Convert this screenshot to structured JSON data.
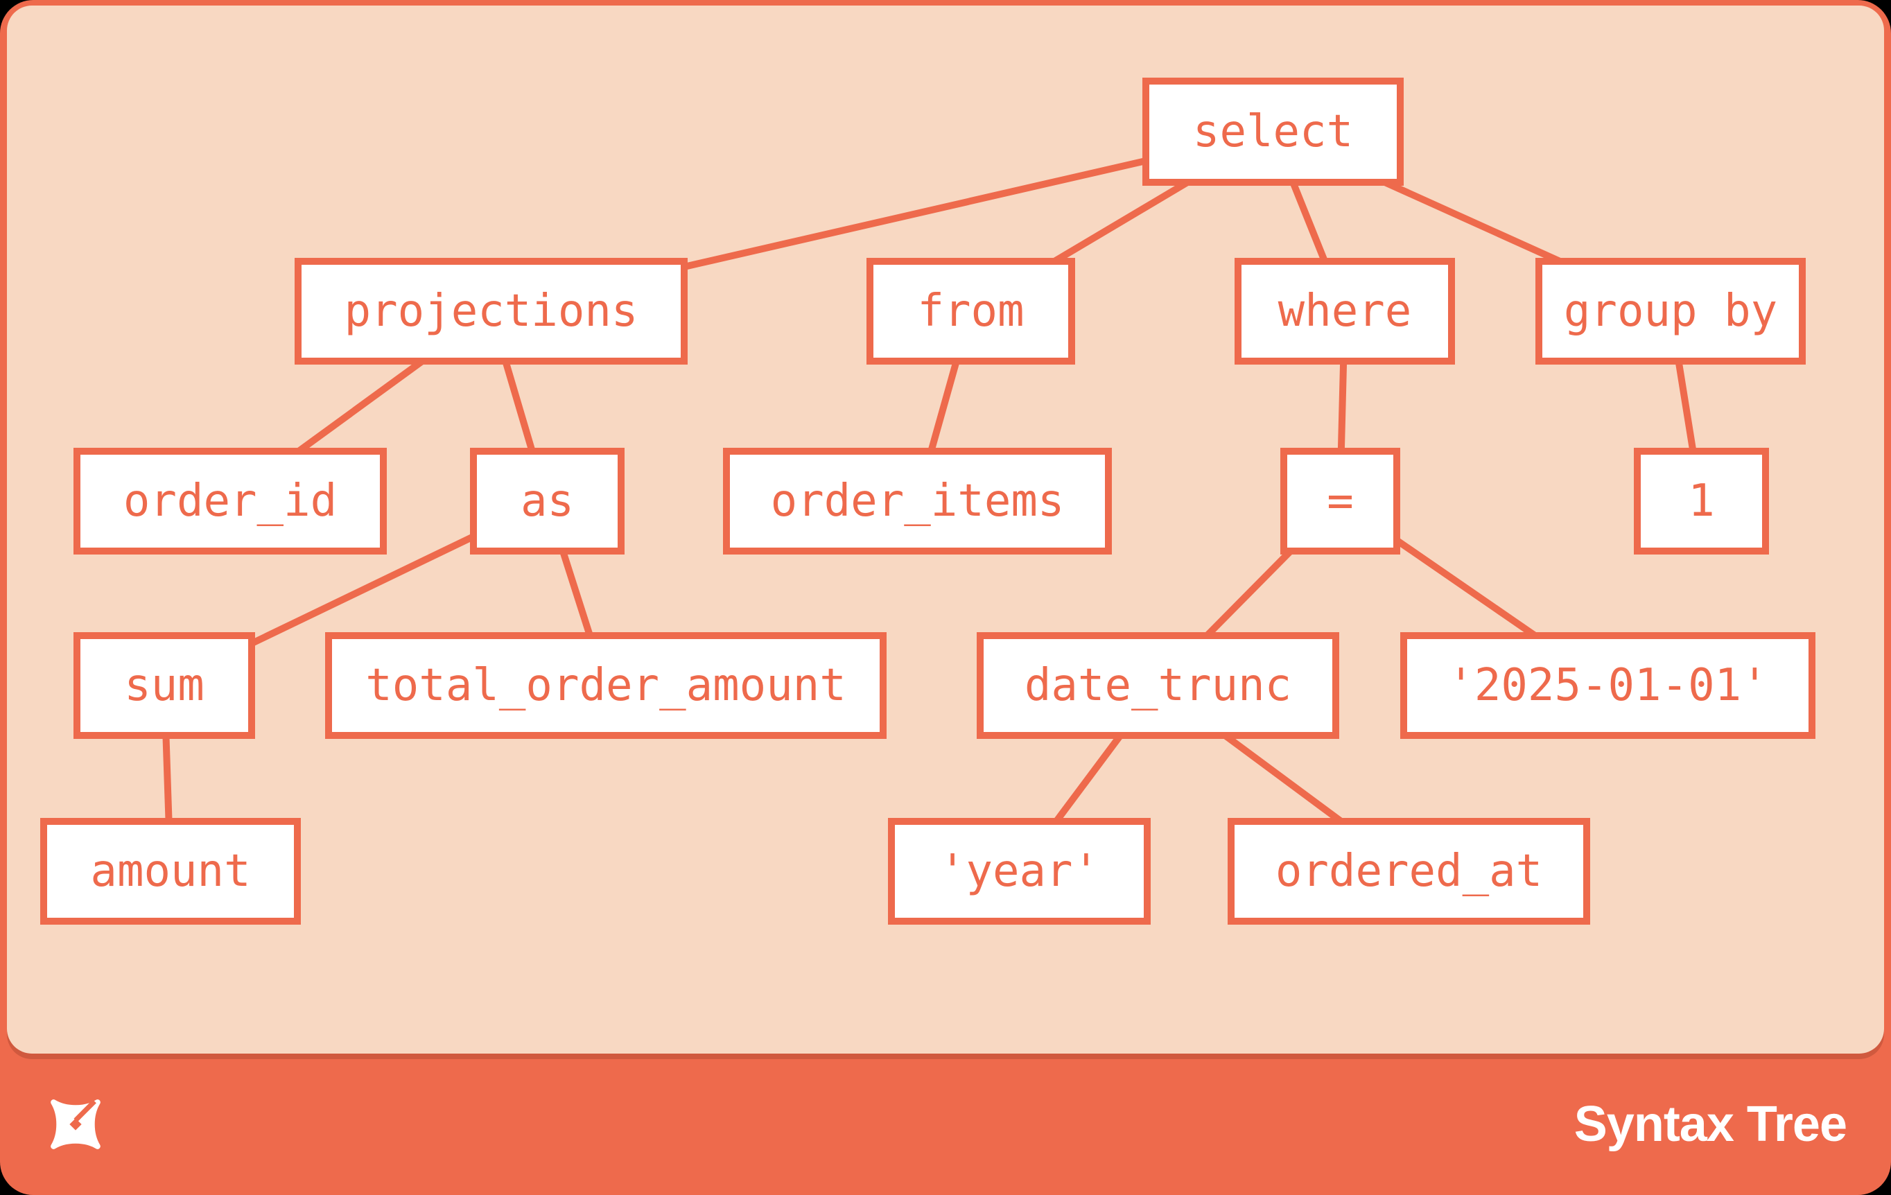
{
  "colors": {
    "accent": "#ee6a4c",
    "panel": "#f8d8c2",
    "box_fill": "#ffffff",
    "footer_text": "#ffffff",
    "outside": "#000000"
  },
  "footer": {
    "title": "Syntax Tree",
    "logo": "dbt-star-logo"
  },
  "tree": {
    "root": "select",
    "nodes": {
      "select": {
        "label": "select"
      },
      "projections": {
        "label": "projections"
      },
      "from": {
        "label": "from"
      },
      "where": {
        "label": "where"
      },
      "group_by": {
        "label": "group by"
      },
      "order_id": {
        "label": "order_id"
      },
      "as": {
        "label": "as"
      },
      "order_items": {
        "label": "order_items"
      },
      "eq": {
        "label": "="
      },
      "one": {
        "label": "1"
      },
      "sum": {
        "label": "sum"
      },
      "total_order_amount": {
        "label": "total_order_amount"
      },
      "date_trunc": {
        "label": "date_trunc"
      },
      "literal_2025_01_01": {
        "label": "'2025-01-01'"
      },
      "amount": {
        "label": "amount"
      },
      "year_literal": {
        "label": "'year'"
      },
      "ordered_at": {
        "label": "ordered_at"
      }
    },
    "edges": [
      [
        "select",
        "projections"
      ],
      [
        "select",
        "from"
      ],
      [
        "select",
        "where"
      ],
      [
        "select",
        "group_by"
      ],
      [
        "projections",
        "order_id"
      ],
      [
        "projections",
        "as"
      ],
      [
        "as",
        "sum"
      ],
      [
        "as",
        "total_order_amount"
      ],
      [
        "sum",
        "amount"
      ],
      [
        "from",
        "order_items"
      ],
      [
        "where",
        "eq"
      ],
      [
        "eq",
        "date_trunc"
      ],
      [
        "eq",
        "literal_2025_01_01"
      ],
      [
        "date_trunc",
        "year_literal"
      ],
      [
        "date_trunc",
        "ordered_at"
      ],
      [
        "group_by",
        "one"
      ]
    ]
  }
}
